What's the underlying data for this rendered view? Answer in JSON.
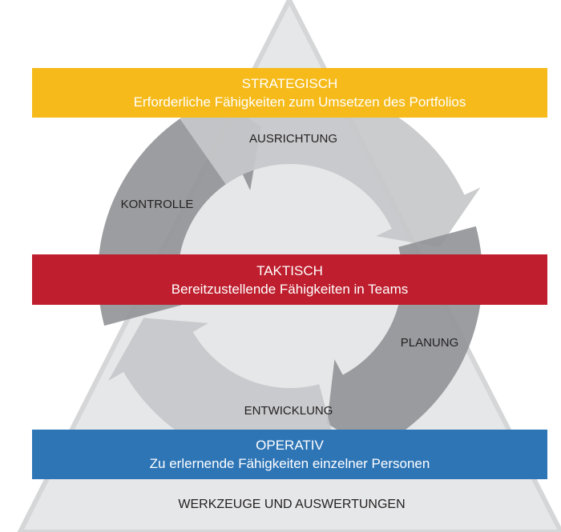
{
  "bands": {
    "strategic": {
      "title": "STRATEGISCH",
      "subtitle": "Erforderliche Fähigkeiten zum Umsetzen des Portfolios",
      "color": "#f6bb1b"
    },
    "tactical": {
      "title": "TAKTISCH",
      "subtitle": "Bereitzustellende Fähigkeiten in Teams",
      "color": "#be1e2d"
    },
    "operative": {
      "title": "OPERATIV",
      "subtitle": "Zu erlernende Fähigkeiten einzelner Personen",
      "color": "#2e75b6"
    }
  },
  "cycle": {
    "alignment": "AUSRICHTUNG",
    "planning": "PLANUNG",
    "development": "ENTWICKLUNG",
    "control": "KONTROLLE"
  },
  "base_label": "WERKZEUGE UND AUSWERTUNGEN",
  "colors": {
    "triangle": "#e6e7e8",
    "arrow_dark": "#939598",
    "arrow_light": "#c7c8ca"
  }
}
